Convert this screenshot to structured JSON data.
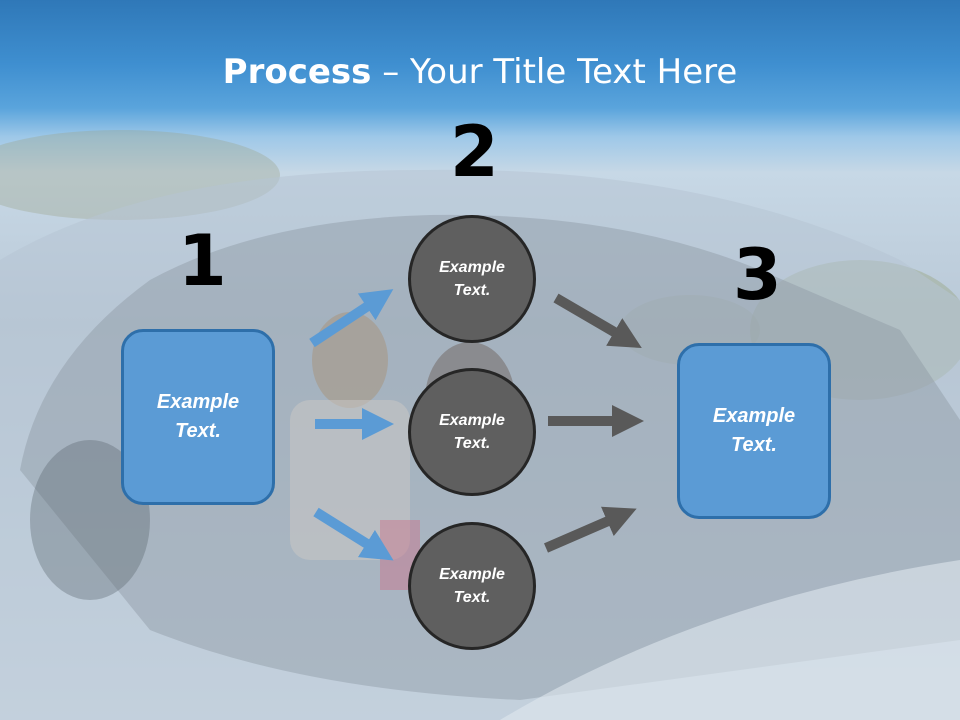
{
  "title": {
    "bold": "Process",
    "dash": " – ",
    "rest": "Your Title Text Here"
  },
  "steps": [
    {
      "number": "1"
    },
    {
      "number": "2"
    },
    {
      "number": "3"
    }
  ],
  "nodes": {
    "left": "Example\nText.",
    "top": "Example\nText.",
    "middle": "Example\nText.",
    "bottom": "Example\nText.",
    "right": "Example\nText."
  },
  "colors": {
    "box_fill": "#5b9bd5",
    "circle_fill": "#5f5f5f",
    "arrow_blue": "#5b9bd5",
    "arrow_gray": "#595959"
  }
}
